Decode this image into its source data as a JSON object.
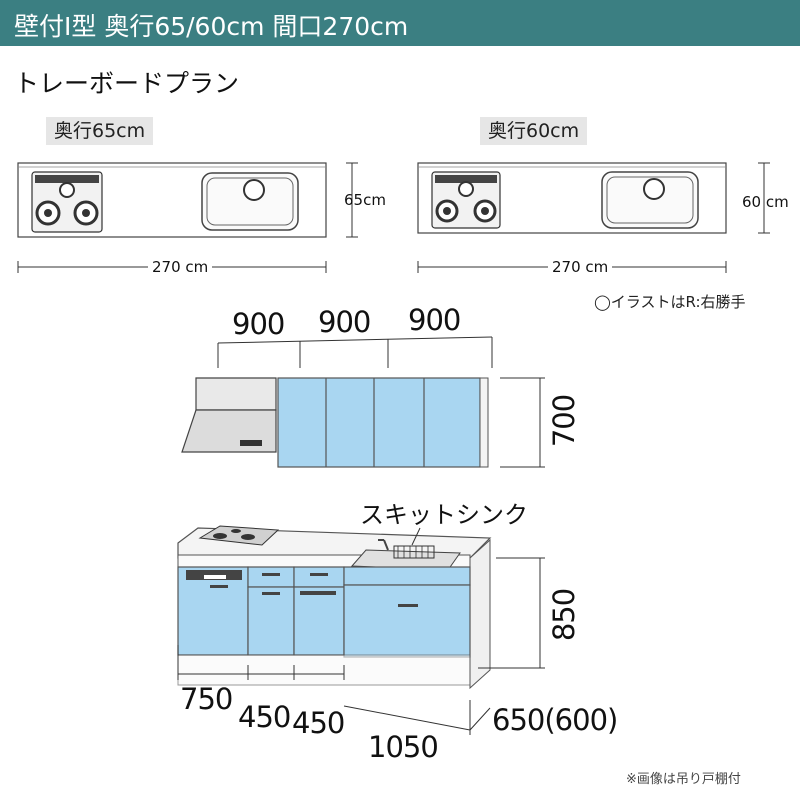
{
  "header": {
    "title": "壁付I型 奥行65/60cm 間口270cm",
    "color": "#3b7f82"
  },
  "plan": {
    "title": "トレーボードプラン",
    "left": {
      "depth_label": "奥行65cm",
      "depth_dim": "65cm",
      "width_dim": "270 cm"
    },
    "right": {
      "depth_label": "奥行60cm",
      "depth_dim": "60 cm",
      "width_dim": "270 cm"
    },
    "illustration_note": "◯イラストはR:右勝手"
  },
  "wall_cabinet": {
    "widths": [
      "900",
      "900",
      "900"
    ],
    "height": "700"
  },
  "base_cabinet": {
    "sink_label": "スキットシンク",
    "height": "850",
    "widths": [
      "750",
      "450",
      "450",
      "1050"
    ],
    "depth": "650(600)"
  },
  "footnote": "※画像は吊り戸棚付",
  "colors": {
    "cabinet_blue": "#a9d6f1",
    "outline": "#555555"
  }
}
